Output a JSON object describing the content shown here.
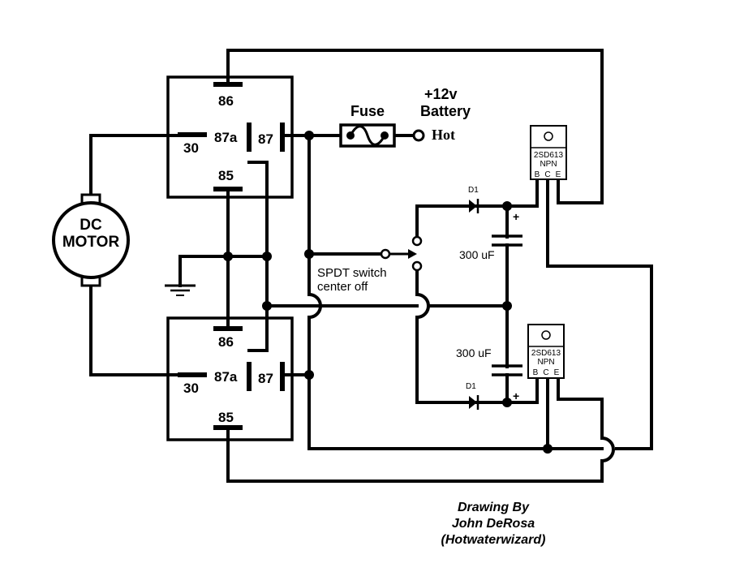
{
  "relay_top": {
    "pin_86": "86",
    "pin_87a": "87a",
    "pin_87": "87",
    "pin_30": "30",
    "pin_85": "85"
  },
  "relay_bottom": {
    "pin_86": "86",
    "pin_87a": "87a",
    "pin_87": "87",
    "pin_30": "30",
    "pin_85": "85"
  },
  "motor": {
    "line1": "DC",
    "line2": "MOTOR"
  },
  "fuse": {
    "label": "Fuse"
  },
  "battery": {
    "voltage": "+12v",
    "label": "Battery",
    "terminal": "Hot"
  },
  "switch": {
    "line1": "SPDT switch",
    "line2": "center off"
  },
  "capacitors": [
    {
      "value": "300 uF",
      "polarity": "+"
    },
    {
      "value": "300 uF",
      "polarity": "+"
    }
  ],
  "diodes": [
    {
      "label": "D1"
    },
    {
      "label": "D1"
    }
  ],
  "transistors": [
    {
      "part": "2SD613",
      "type": "NPN",
      "pins": [
        "B",
        "C",
        "E"
      ]
    },
    {
      "part": "2SD613",
      "type": "NPN",
      "pins": [
        "B",
        "C",
        "E"
      ]
    }
  ],
  "credit": {
    "line1": "Drawing By",
    "line2": "John DeRosa",
    "line3": "(Hotwaterwizard)"
  }
}
